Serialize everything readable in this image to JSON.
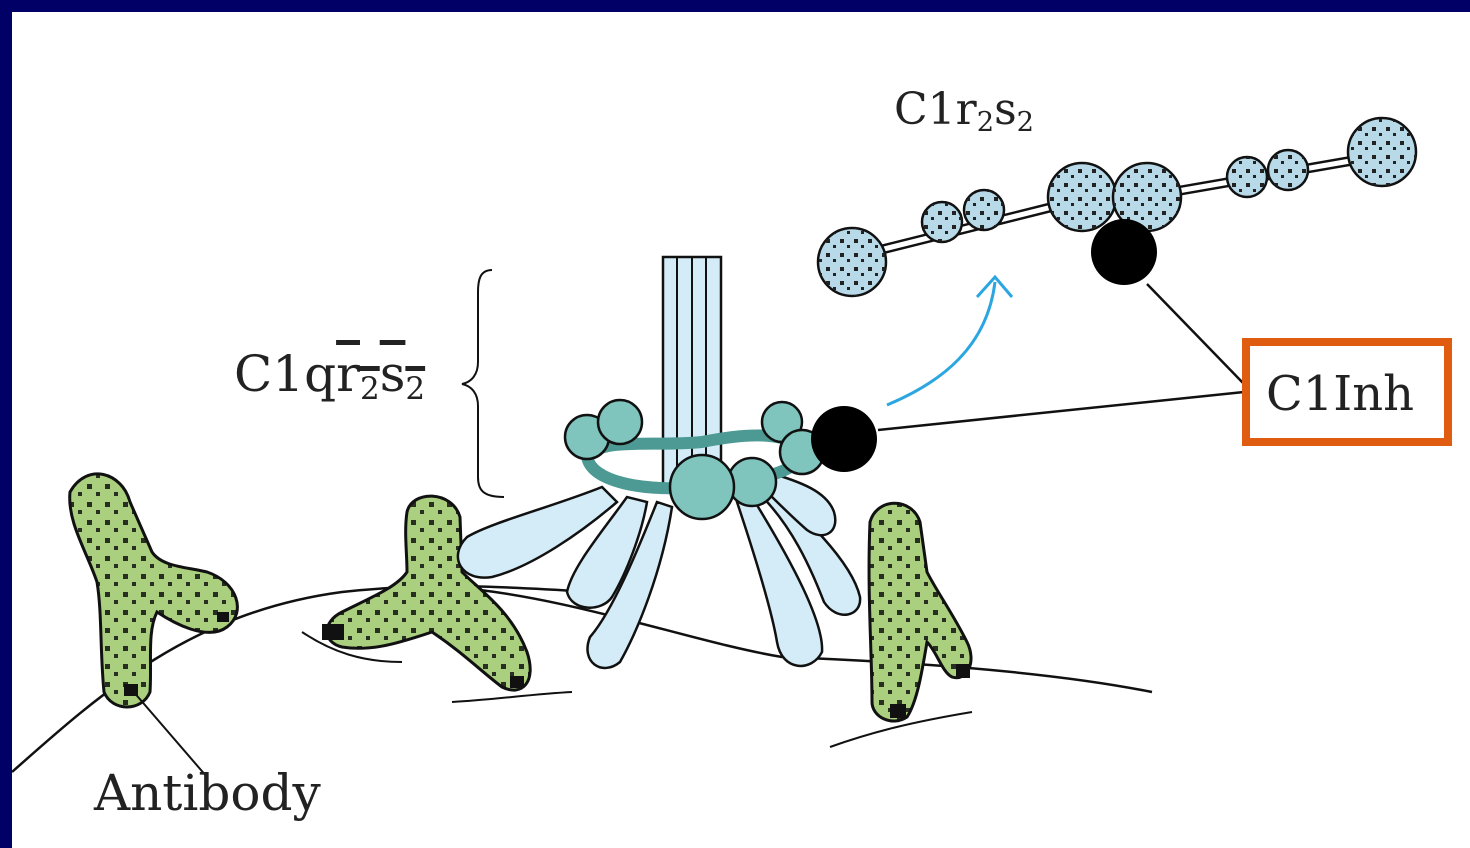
{
  "labels": {
    "c1r2s2": {
      "main": "C1r",
      "sub1": "2",
      "mid": "s",
      "sub2": "2"
    },
    "c1q": {
      "main": "C1q",
      "ov_r": "r",
      "ov_sub1": "2",
      "ov_s": "s",
      "ov_sub2": "2"
    },
    "c1inh": "C1Inh",
    "antibody": "Antibody"
  },
  "colors": {
    "frame": "#000066",
    "antibody_fill": "#a9cf7f",
    "c1q_fill": "#d4ecf7",
    "c1r_fill": "#b7d9e8",
    "head_fill": "#7fc5bd",
    "inhibitor": "#000000",
    "arrow": "#2ba6e0",
    "highlight_box": "#e05c10"
  },
  "icons": {
    "reaction_arrow": "curved-arrow-icon"
  }
}
